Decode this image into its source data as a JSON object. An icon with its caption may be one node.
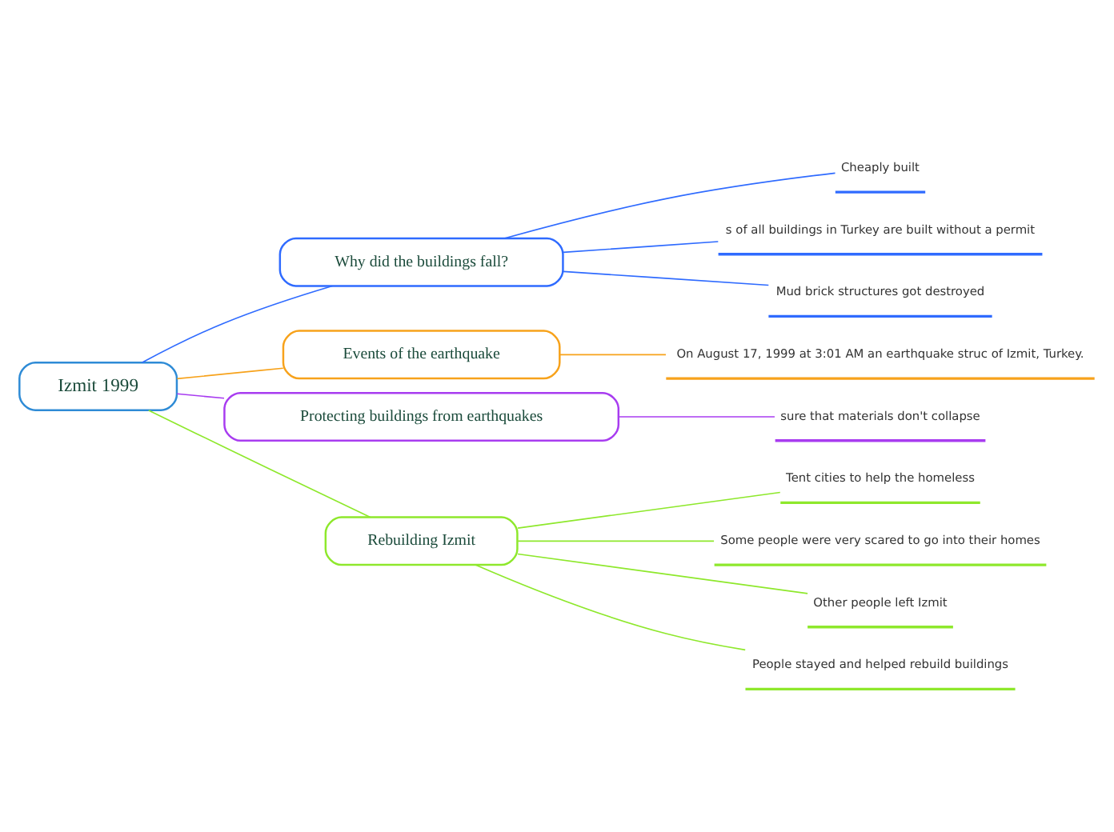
{
  "diagram": {
    "nodes": [
      {
        "text": [
          "Izmit 1999"
        ]
      },
      {
        "text": [
          "Why did the buildings fall?"
        ]
      },
      {
        "text": [
          "Cheaply built"
        ]
      },
      {
        "text": [
          "s of all buildings in Turkey are built without a permit"
        ]
      },
      {
        "text": [
          "Mud brick structures got destroyed"
        ]
      },
      {
        "text": [
          "Events of the earthquake"
        ]
      },
      {
        "text": [
          "On August 17, 1999 at 3:01 AM an earthquake struc of Izmit, Turkey."
        ]
      },
      {
        "text": [
          "Protecting buildings from earthquakes"
        ]
      },
      {
        "text": [
          "sure that materials don't collapse"
        ]
      },
      {
        "text": [
          "Rebuilding Izmit"
        ]
      },
      {
        "text": [
          "Tent cities to help the homeless"
        ]
      },
      {
        "text": [
          "Some people were very scared to go into their homes"
        ]
      },
      {
        "text": [
          "Other people left Izmit"
        ]
      },
      {
        "text": [
          "People stayed and helped rebuild buildings"
        ]
      }
    ],
    "edges": [
      {
        "from": 0,
        "to": 1,
        "arrow": "none",
        "color": "#2f6bff"
      },
      {
        "from": 1,
        "to": 2,
        "arrow": "none",
        "color": "#2f6bff"
      },
      {
        "from": 1,
        "to": 3,
        "arrow": "none",
        "color": "#2f6bff"
      },
      {
        "from": 1,
        "to": 4,
        "arrow": "none",
        "color": "#2f6bff"
      },
      {
        "from": 0,
        "to": 5,
        "arrow": "none",
        "color": "#f7a21b"
      },
      {
        "from": 5,
        "to": 6,
        "arrow": "none",
        "color": "#f7a21b"
      },
      {
        "from": 0,
        "to": 7,
        "arrow": "none",
        "color": "#a83cf0"
      },
      {
        "from": 7,
        "to": 8,
        "arrow": "none",
        "color": "#a83cf0"
      },
      {
        "from": 0,
        "to": 9,
        "arrow": "none",
        "color": "#8ee82c"
      },
      {
        "from": 9,
        "to": 10,
        "arrow": "none",
        "color": "#8ee82c"
      },
      {
        "from": 9,
        "to": 11,
        "arrow": "none",
        "color": "#8ee82c"
      },
      {
        "from": 9,
        "to": 12,
        "arrow": "none",
        "color": "#8ee82c"
      },
      {
        "from": 9,
        "to": 13,
        "arrow": "none",
        "color": "#8ee82c"
      }
    ]
  }
}
